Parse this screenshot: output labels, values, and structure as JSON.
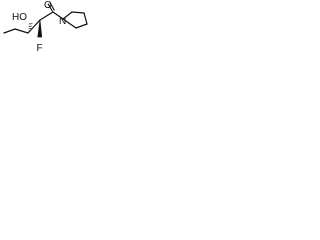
{
  "structure": {
    "atoms": {
      "hydroxyl": "HO",
      "carbonyl_oxygen": "O",
      "fluorine": "F",
      "ring_nitrogen": "N"
    },
    "colors": {
      "bond": "#111111",
      "label": "#111111"
    }
  }
}
